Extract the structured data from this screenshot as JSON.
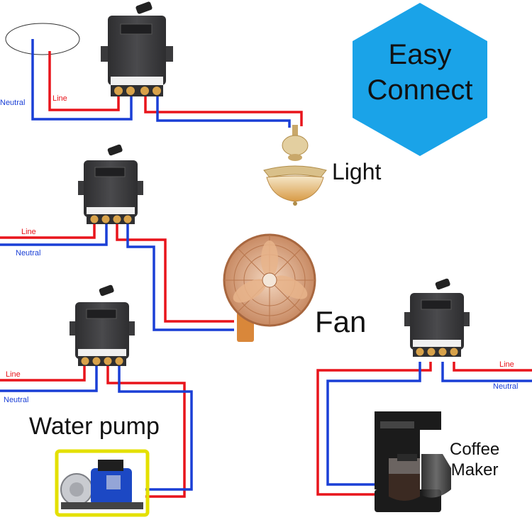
{
  "badge": {
    "line1": "Easy",
    "line2": "Connect",
    "color": "#1aa3e8"
  },
  "labels": {
    "light": "Light",
    "fan": "Fan",
    "water_pump": "Water pump",
    "coffee_line1": "Coffee",
    "coffee_line2": "Maker"
  },
  "wire_labels": {
    "neutral": "Neutral",
    "line": "Line"
  },
  "colors": {
    "line_wire": "#e8141b",
    "neutral_wire": "#1a3fd6",
    "wire_text_red": "#e8141b",
    "wire_text_blue": "#1a3fd6",
    "module_body": "#3c3c3e",
    "terminal": "#d8a24a"
  }
}
